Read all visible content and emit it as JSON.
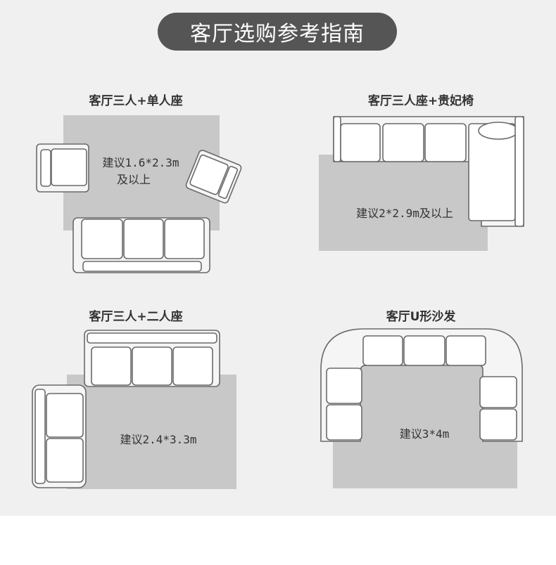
{
  "header": {
    "title": "客厅选购参考指南"
  },
  "layouts": [
    {
      "title": "客厅三人+单人座",
      "rug_line1": "建议1.6*2.3m",
      "rug_line2": "及以上"
    },
    {
      "title": "客厅三人座+贵妃椅",
      "rug_line1": "建议2*2.9m及以上"
    },
    {
      "title": "客厅三人+二人座",
      "rug_line1": "建议2.4*3.3m"
    },
    {
      "title": "客厅U形沙发",
      "rug_line1": "建议3*4m"
    }
  ],
  "colors": {
    "background": "#f0f0f0",
    "pill": "#555555",
    "rug": "#c8c8c8",
    "outline": "#6a6a6a"
  }
}
